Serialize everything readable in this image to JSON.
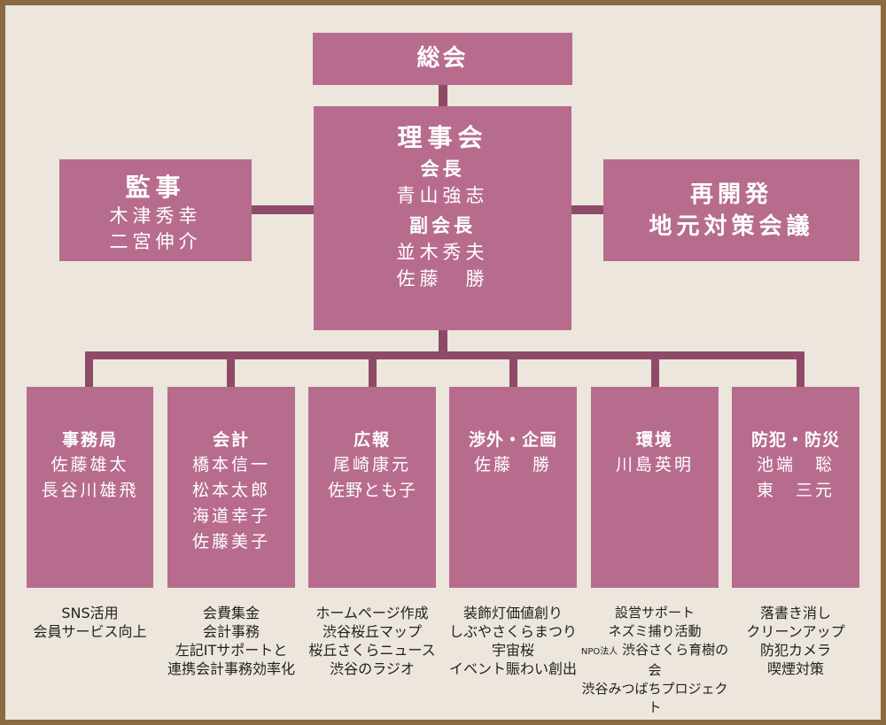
{
  "general_meeting": "総会",
  "board": {
    "title": "理事会",
    "chair_title": "会長",
    "chair": "青山強志",
    "vice_title": "副会長",
    "vice": [
      "並木秀夫",
      "佐藤　勝"
    ]
  },
  "auditor": {
    "title": "監事",
    "members": [
      "木津秀幸",
      "二宮伸介"
    ]
  },
  "redevelopment": {
    "lines": [
      "再開発",
      "地元対策会議"
    ]
  },
  "departments": [
    {
      "title": "事務局",
      "members": [
        "佐藤雄太",
        "長谷川雄飛"
      ],
      "duties": [
        "SNS活用",
        "会員サービス向上"
      ]
    },
    {
      "title": "会計",
      "members": [
        "橋本信一",
        "松本太郎",
        "海道幸子",
        "佐藤美子"
      ],
      "duties": [
        "会費集金",
        "会計事務",
        "左記ITサポートと",
        "連携会計事務効率化"
      ]
    },
    {
      "title": "広報",
      "members": [
        "尾崎康元",
        "佐野とも子"
      ],
      "duties": [
        "ホームページ作成",
        "渋谷桜丘マップ",
        "桜丘さくらニュース",
        "渋谷のラジオ"
      ]
    },
    {
      "title": "渉外・企画",
      "members": [
        "佐藤　勝"
      ],
      "duties": [
        "装飾灯価値創り",
        "しぶやさくらまつり",
        "宇宙桜",
        "イベント賑わい創出"
      ]
    },
    {
      "title": "環境",
      "members": [
        "川島英明"
      ],
      "duties": [
        "設営サポート",
        "ネズミ捕り活動",
        "渋谷さくら育樹の会",
        "渋谷みつばちプロジェクト"
      ],
      "npo_prefix": "NPO法人"
    },
    {
      "title": "防犯・防災",
      "members": [
        "池端　聡",
        "東　三元"
      ],
      "duties": [
        "落書き消し",
        "クリーンアップ",
        "防犯カメラ",
        "喫煙対策"
      ]
    }
  ],
  "colors": {
    "box": "#b76c8e",
    "line": "#8e4a67",
    "background": "#ece6dc",
    "frame": "#8a6a3f"
  }
}
